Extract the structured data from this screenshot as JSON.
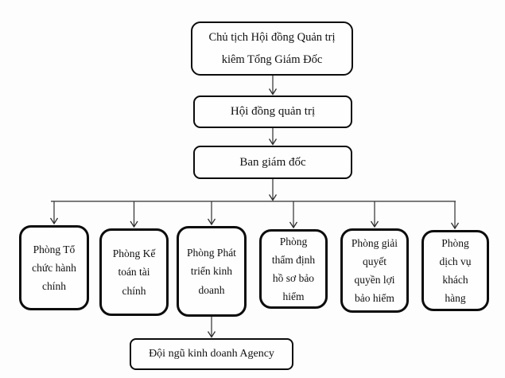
{
  "diagram": {
    "type": "org-chart",
    "background_color": "#fdfdfd",
    "box_border_color": "#0c0c0c",
    "connector_color": "#2f2f2f",
    "text_color": "#111111",
    "nodes": {
      "chairman": {
        "text": "Chủ tịch Hội đồng Quản trị\nkiêm Tổng Giám Đốc"
      },
      "board": {
        "text": "Hội đồng quản trị"
      },
      "management": {
        "text": "Ban giám đốc"
      },
      "dept1": {
        "text": "Phòng Tổ\nchức hành\nchính"
      },
      "dept2": {
        "text": "Phòng Kế\ntoán tài\nchính"
      },
      "dept3": {
        "text": "Phòng Phát\ntriển kinh\ndoanh"
      },
      "dept4": {
        "text": "Phòng\nthẩm định\nhồ sơ bảo\nhiểm"
      },
      "dept5": {
        "text": "Phòng giải\nquyết\nquyền lợi\nbảo hiểm"
      },
      "dept6": {
        "text": "Phòng\ndịch vụ\nkhách\nhàng"
      },
      "agency": {
        "text": "Đội ngũ kinh doanh Agency"
      }
    },
    "edges": [
      {
        "from": "chairman",
        "to": "board"
      },
      {
        "from": "board",
        "to": "management"
      },
      {
        "from": "management",
        "to": "dept1"
      },
      {
        "from": "management",
        "to": "dept2"
      },
      {
        "from": "management",
        "to": "dept3"
      },
      {
        "from": "management",
        "to": "dept4"
      },
      {
        "from": "management",
        "to": "dept5"
      },
      {
        "from": "management",
        "to": "dept6"
      },
      {
        "from": "dept3",
        "to": "agency"
      }
    ]
  }
}
